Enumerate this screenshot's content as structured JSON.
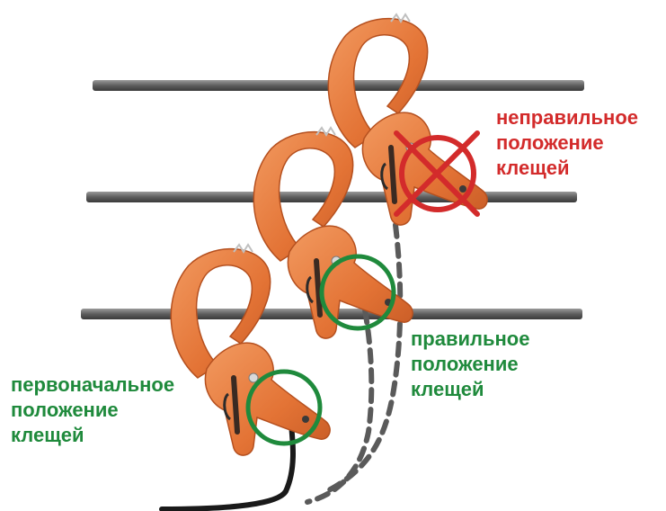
{
  "colors": {
    "clamp_orange": "#e8793f",
    "clamp_dark": "#b9512a",
    "bar": "#6a6a6a",
    "wrong_red": "#d32b2b",
    "right_green": "#1f8a3c",
    "cable": "#1a1a1a",
    "cable_dashed": "#5a5a5a"
  },
  "labels": {
    "wrong": {
      "lines": [
        "неправильное",
        "положение",
        "клещей"
      ]
    },
    "right": {
      "lines": [
        "правильное",
        "положение",
        "клещей"
      ]
    },
    "initial": {
      "lines": [
        "первоначальное",
        "положение",
        "клещей"
      ]
    }
  },
  "icons": {
    "wrong_marker": "crossed-circle-icon",
    "right_marker": "circle-icon"
  }
}
